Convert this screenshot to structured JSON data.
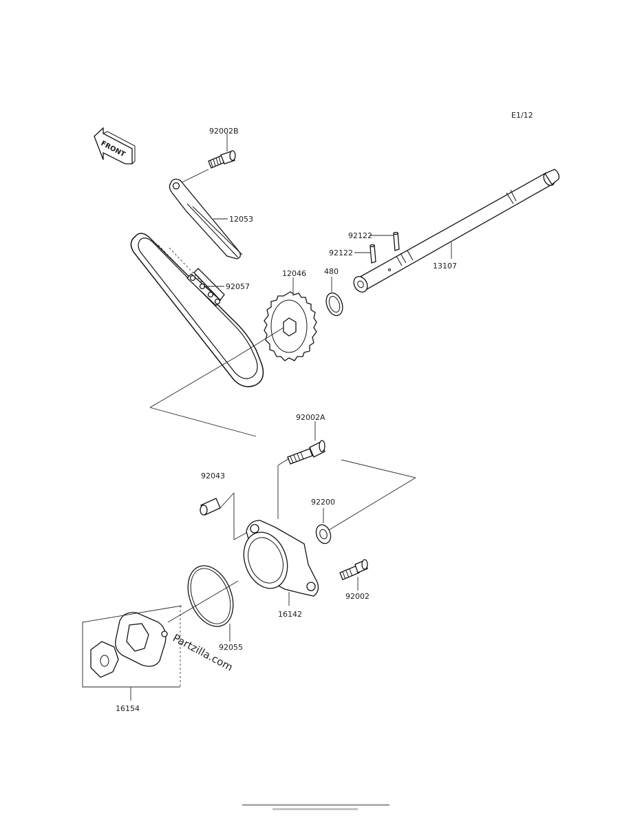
{
  "page_code": "E1/12",
  "front_label": "FRONT",
  "watermark": "Partzilla.com",
  "parts": {
    "p92002B": "92002B",
    "p12053": "12053",
    "p92057": "92057",
    "p12046": "12046",
    "p480": "480",
    "p92122a": "92122",
    "p92122b": "92122",
    "p13107": "13107",
    "p92002A": "92002A",
    "p92043": "92043",
    "p92200": "92200",
    "p92002": "92002",
    "p16142": "16142",
    "p92055": "92055",
    "p16154": "16154"
  },
  "colors": {
    "line": "#111111",
    "background": "#ffffff"
  }
}
